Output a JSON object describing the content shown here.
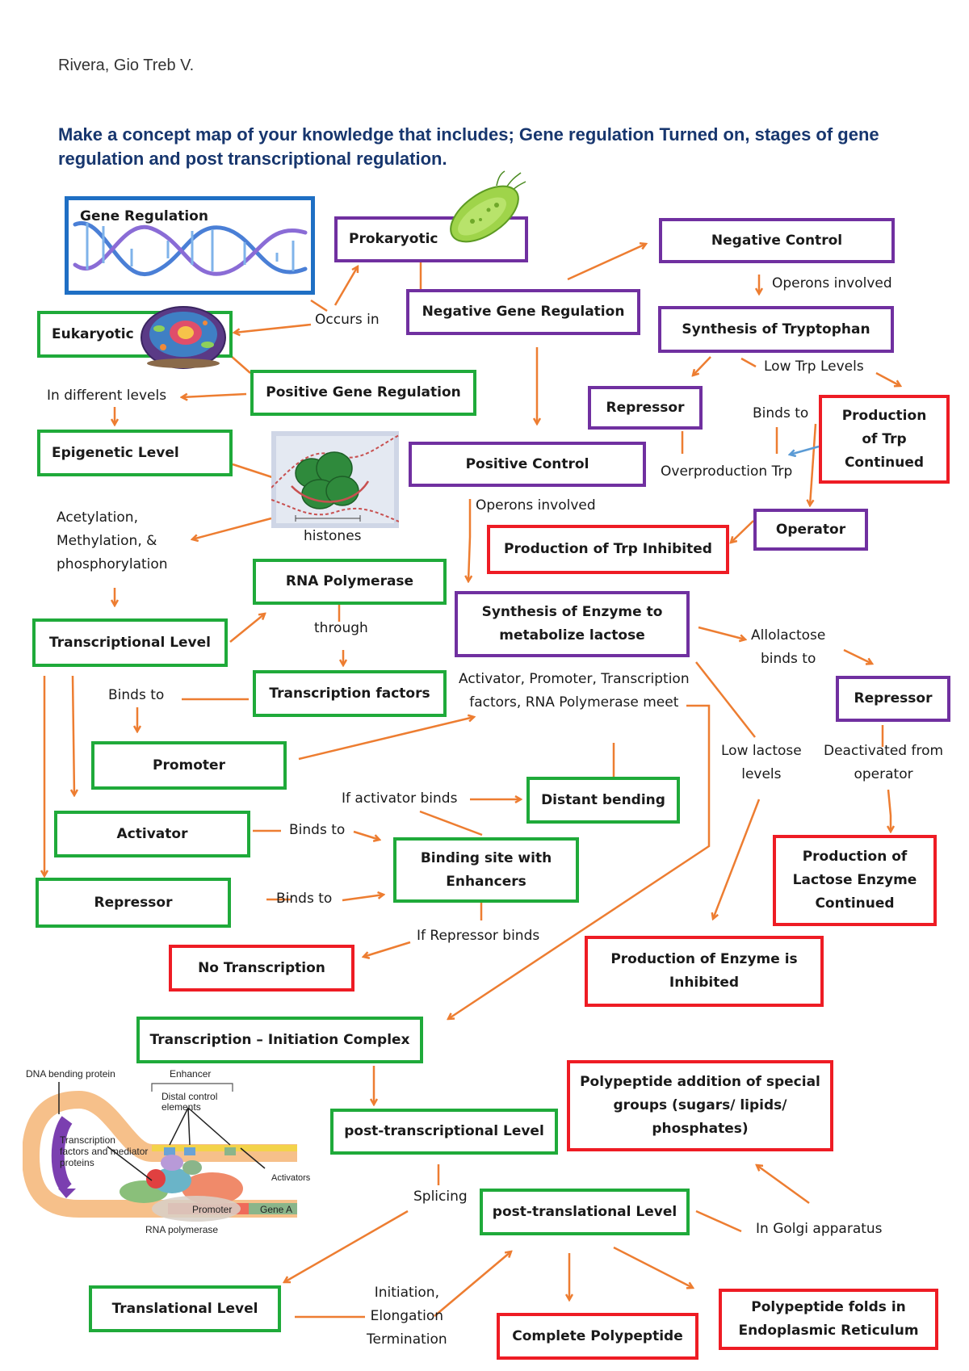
{
  "author": "Rivera, Gio Treb V.",
  "heading": "Make a concept map of your knowledge that includes; Gene regulation Turned on, stages of gene regulation and post transcriptional regulation.",
  "colors": {
    "green": "#1faa3a",
    "purple": "#7030a0",
    "red": "#ee1c24",
    "blue": "#1f6fc4",
    "arrow": "#ed7d31",
    "heading": "#17366e"
  },
  "nodes": {
    "gene_regulation": "Gene Regulation",
    "prokaryotic": "Prokaryotic",
    "eukaryotic": "Eukaryotic",
    "negative_gene_regulation": "Negative Gene Regulation",
    "positive_gene_regulation": "Positive Gene Regulation",
    "negative_control": "Negative Control",
    "synthesis_tryptophan": "Synthesis of Tryptophan",
    "repressor_trp": "Repressor",
    "production_trp_continued": [
      "Production",
      "of Trp",
      "Continued"
    ],
    "epigenetic_level": "Epigenetic Level",
    "positive_control": "Positive Control",
    "operator": "Operator",
    "production_trp_inhibited": "Production of Trp Inhibited",
    "rna_polymerase": "RNA Polymerase",
    "transcriptional_level": "Transcriptional Level",
    "synthesis_enzyme_lactose": [
      "Synthesis of Enzyme to",
      "metabolize lactose"
    ],
    "transcription_factors": "Transcription factors",
    "repressor_lactose": "Repressor",
    "promoter": "Promoter",
    "distant_bending": "Distant bending",
    "activator": "Activator",
    "binding_site_enhancers": [
      "Binding site with",
      "Enhancers"
    ],
    "production_lactose_enzyme_continued": [
      "Production of",
      "Lactose Enzyme",
      "Continued"
    ],
    "repressor_euk": "Repressor",
    "no_transcription": "No Transcription",
    "production_enzyme_inhibited": [
      "Production of Enzyme is",
      "Inhibited"
    ],
    "transcription_initiation_complex": "Transcription – Initiation Complex",
    "polypeptide_addition": [
      "Polypeptide addition of special",
      "groups (sugars/ lipids/",
      "phosphates)"
    ],
    "post_transcriptional_level": "post-transcriptional Level",
    "post_translational_level": "post-translational Level",
    "translational_level": "Translational Level",
    "complete_polypeptide": "Complete Polypeptide",
    "polypeptide_folds": [
      "Polypeptide folds in",
      "Endoplasmic Reticulum"
    ]
  },
  "labels": {
    "occurs_in": "Occurs in",
    "operons_involved_1": "Operons involved",
    "low_trp_levels": "Low Trp Levels",
    "in_different_levels": "In different levels",
    "binds_to_trp": "Binds to",
    "overproduction_trp": "Overproduction Trp",
    "operons_involved_2": "Operons involved",
    "histones": "histones",
    "acetylation": [
      "Acetylation,",
      "Methylation, &",
      "phosphorylation"
    ],
    "through": "through",
    "allolactose": [
      "Allolactose",
      "binds to"
    ],
    "binds_to_promoter": "Binds to",
    "meet": [
      "Activator, Promoter, Transcription",
      "factors, RNA Polymerase meet"
    ],
    "low_lactose": [
      "Low lactose",
      "levels"
    ],
    "deactivated": [
      "Deactivated from",
      "operator"
    ],
    "if_activator_binds": "If activator binds",
    "binds_to_activator": "Binds to",
    "binds_to_repressor": "Binds to",
    "if_repressor_binds": "If Repressor binds",
    "splicing": "Splicing",
    "in_golgi": "In Golgi apparatus",
    "initiation": [
      "Initiation,",
      "Elongation",
      "Termination"
    ]
  },
  "figure_labels": {
    "dna_bending_protein": "DNA bending protein",
    "enhancer": "Enhancer",
    "distal_control": [
      "Distal control",
      "elements"
    ],
    "transcription_factors": [
      "Transcription",
      "factors and mediator",
      "proteins"
    ],
    "activators": "Activators",
    "promoter": "Promoter",
    "gene_a": "Gene A",
    "rna_polymerase": "RNA polymerase"
  }
}
